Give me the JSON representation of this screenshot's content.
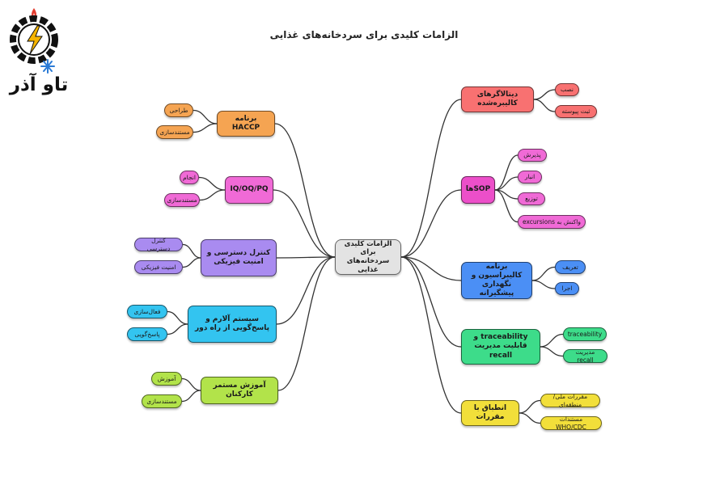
{
  "title": "الزامات کلیدی برای سردخانه‌های غذایی",
  "logo": {
    "text": "تاو آذر",
    "icon": "gear-snowflake-lightning-logo-icon"
  },
  "center": "الزامات کلیدی برای سردخانه‌های غذایی",
  "colors": {
    "center": "#e3e3e3",
    "red": "#f87171",
    "pink": "#ec4fc9",
    "blue": "#4b8ff5",
    "green": "#3ddc8a",
    "yellow": "#f2df3a",
    "orange": "#f5a452",
    "magenta": "#f06ad6",
    "lavender": "#a98bf0",
    "cyan": "#33c4f0",
    "lime": "#b2e34a"
  },
  "branches": {
    "dataloggers": {
      "label": "دیتالاگرهای کالیبره‌شده",
      "children": [
        "نصب",
        "ثبت پیوسته"
      ]
    },
    "sops": {
      "label": "SOPها",
      "children": [
        "پذیرش",
        "انبار",
        "توزیع",
        "واکنش به excursions"
      ]
    },
    "calibration": {
      "label": "برنامه کالیبراسیون و نگهداری پیشگیرانه",
      "children": [
        "تعریف",
        "اجرا"
      ]
    },
    "traceability": {
      "label": "traceability و قابلیت مدیریت recall",
      "children": [
        "traceability",
        "مدیریت recall"
      ]
    },
    "compliance": {
      "label": "انطباق با مقررات",
      "children": [
        "مقررات ملی/منطقه‌ای",
        "مستندات WHO/CDC"
      ]
    },
    "haccp": {
      "label": "برنامه HACCP",
      "children": [
        "طراحی",
        "مستندسازی"
      ]
    },
    "iqoqpq": {
      "label": "IQ/OQ/PQ",
      "children": [
        "انجام",
        "مستندسازی"
      ]
    },
    "access": {
      "label": "کنترل دسترسی و امنیت فیزیکی",
      "children": [
        "کنترل دسترسی",
        "امنیت فیزیکی"
      ]
    },
    "alarm": {
      "label": "سیستم آلارم و پاسخ‌گویی از راه دور",
      "children": [
        "فعال‌سازی",
        "پاسخ‌گویی"
      ]
    },
    "training": {
      "label": "آموزش مستمر کارکنان",
      "children": [
        "آموزش",
        "مستندسازی"
      ]
    }
  }
}
